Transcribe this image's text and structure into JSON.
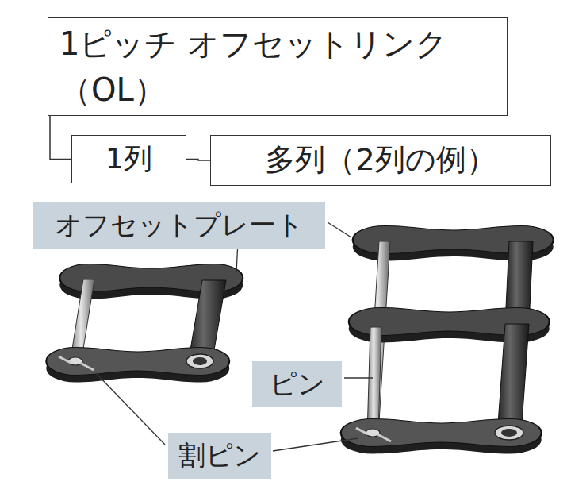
{
  "diagram": {
    "nodes": [
      {
        "text": [
          "1ピッチ オフセットリンク（OL）"
        ]
      },
      {
        "text": [
          "1列"
        ]
      },
      {
        "text": [
          "多列（2列の例）"
        ]
      },
      {
        "text": [
          "オフセットプレート"
        ]
      },
      {
        "text": [
          "ピン"
        ]
      },
      {
        "text": [
          "割ピン"
        ]
      }
    ],
    "edges": [
      {
        "from": 0,
        "to": 1,
        "arrow": "none"
      },
      {
        "from": 1,
        "to": 2,
        "arrow": "none"
      }
    ]
  }
}
